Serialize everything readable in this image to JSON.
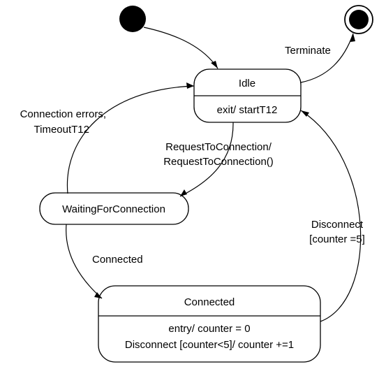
{
  "states": {
    "idle": {
      "name": "Idle",
      "activity": "exit/  startT12"
    },
    "waiting": {
      "name": "WaitingForConnection"
    },
    "connected": {
      "name": "Connected",
      "activity_1": "entry/  counter = 0",
      "activity_2": "Disconnect [counter<5]/  counter +=1"
    }
  },
  "transitions": {
    "terminate": "Terminate",
    "errors_line1": "Connection errors,",
    "errors_line2": "TimeoutT12",
    "request_line1": "RequestToConnection/",
    "request_line2": "RequestToConnection()",
    "connected": "Connected",
    "disconnect_line1": "Disconnect",
    "disconnect_line2": "[counter =5]"
  },
  "colors": {
    "line": "#000000",
    "fill": "#ffffff"
  }
}
